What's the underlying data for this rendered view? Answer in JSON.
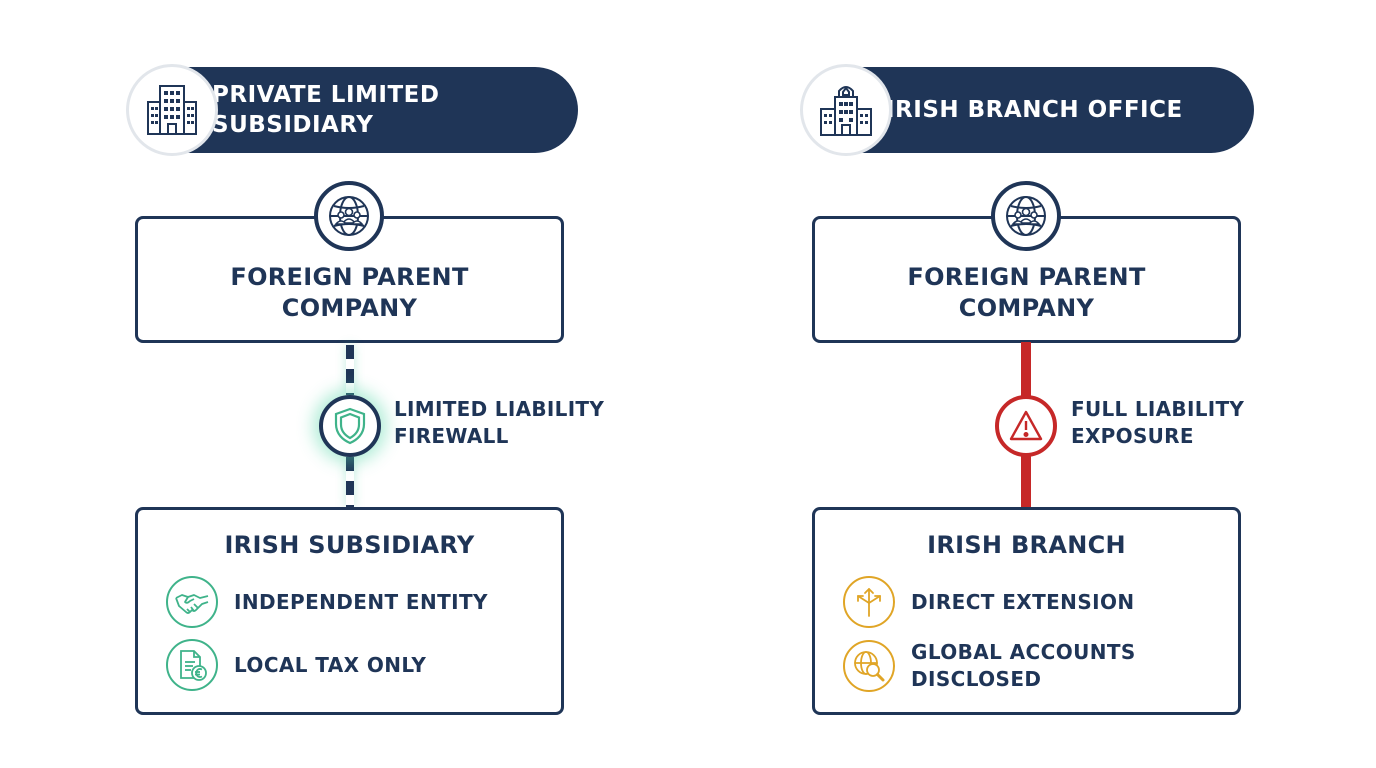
{
  "left": {
    "header_title_line1": "PRIVATE LIMITED",
    "header_title_line2": "SUBSIDIARY",
    "header_icon": "office-building-icon",
    "parent_box": {
      "line1": "FOREIGN PARENT",
      "line2": "COMPANY",
      "icon": "globe-people-icon"
    },
    "connector": {
      "style": "dashed",
      "icon": "shield-icon",
      "label_line1": "LIMITED LIABILITY",
      "label_line2": "FIREWALL"
    },
    "child_box": {
      "title": "IRISH SUBSIDIARY",
      "features": [
        {
          "icon": "handshake-icon",
          "label": "INDEPENDENT ENTITY"
        },
        {
          "icon": "tax-document-euro-icon",
          "label": "LOCAL TAX ONLY"
        }
      ]
    }
  },
  "right": {
    "header_title": "IRISH BRANCH OFFICE",
    "header_icon": "branch-building-icon",
    "parent_box": {
      "line1": "FOREIGN PARENT",
      "line2": "COMPANY",
      "icon": "globe-people-icon"
    },
    "connector": {
      "style": "solid",
      "icon": "warning-triangle-icon",
      "label_line1": "FULL LIABILITY",
      "label_line2": "EXPOSURE"
    },
    "child_box": {
      "title": "IRISH BRANCH",
      "features": [
        {
          "icon": "split-arrows-icon",
          "label": "DIRECT EXTENSION"
        },
        {
          "icon": "globe-magnifier-icon",
          "label_line1": "GLOBAL ACCOUNTS",
          "label_line2": "DISCLOSED"
        }
      ]
    }
  },
  "colors": {
    "navy": "#1f3557",
    "red": "#c62828",
    "green": "#3fb38a",
    "gold": "#e0a526"
  }
}
